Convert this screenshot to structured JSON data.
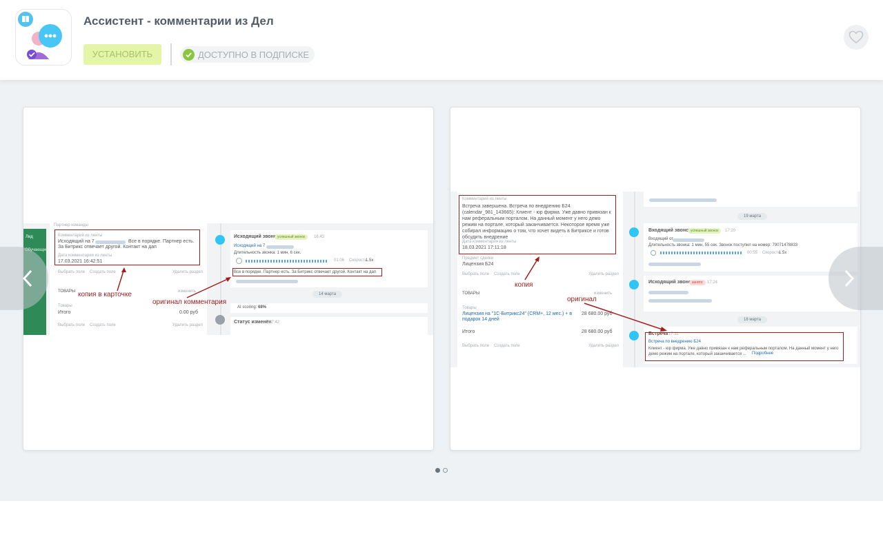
{
  "header": {
    "title": "Ассистент - комментарии из Дел",
    "install_label": "УСТАНОВИТЬ",
    "subscription_label": "ДОСТУПНО В ПОДПИСКЕ"
  },
  "colors": {
    "accent_green": "#8cc63e",
    "install_bg": "#e4f5a8",
    "annotation_red": "#a41d1d",
    "gallery_bg": "#eef2f4"
  },
  "gallery": {
    "slide_count": 2,
    "active_slide": 1,
    "shot1": {
      "annotations": {
        "copy": "копия в карточке",
        "original": "оригинал комментария"
      },
      "card": {
        "section": "Партнер команды",
        "comment_label": "Комментарий из ленты",
        "comment_text_1": "Исходящий на 7",
        "comment_text_2": "Все в порядке. Партнер есть.",
        "comment_text_3": "За Битрикс отвечает другой. Контакт на дап",
        "date_label": "Дата комментария из ленты",
        "date_value": "17.03.2021 16:42:51",
        "choose_field": "Выбрать поле",
        "create_field": "Создать поле",
        "delete_section": "Удалить раздел",
        "goods": "ТОВАРЫ",
        "change": "изменить",
        "goods_label": "Товары",
        "total_label": "Итого",
        "total_value": "0.00 руб"
      },
      "feed": {
        "call_title": "Исходящий звонок",
        "call_status": "успешный звонок",
        "call_time": "16:43",
        "outgoing_to": "Исходящий на 7",
        "duration": "Длительность звонка: 1 мин, 6 сек.",
        "audio_time": "01:06",
        "speed": "Скорость",
        "speed_value": "1.5x",
        "comment": "Все в порядке. Партнер есть. За Битрикс отвечает другой. Контакт на дап",
        "date_chip": "14 марта",
        "ai_label": "AI scoring:",
        "ai_value": "68%",
        "status_changed": "Статус изменён",
        "status_time": "07:42"
      },
      "lead_label": "Лид",
      "lead_tag": "Обучающие"
    },
    "shot2": {
      "annotations": {
        "copy": "копия",
        "original": "оригинал"
      },
      "card": {
        "comment_label": "Комментарий из ленты",
        "comment_text": "Встреча завершена. Встреча по внедрению Б24 (calendar_981_143665): Клиент - юр фирма. Уже давно привязан к нам реферальным порталом. На данный момент у него демо режим на портале, который заканчивается. Некоторое время уже собирал информацию о том, что хочет видеть в Битриксе и готов обсудить внедрение",
        "date_label": "Дата комментария из ленты",
        "date_value": "18.03.2021 17:11:18",
        "deal_subject_label": "Предмет сделки",
        "deal_subject_value": "Лицензия Б24",
        "choose_field": "Выбрать поле",
        "create_field": "Создать поле",
        "delete_section": "Удалить раздел",
        "goods": "ТОВАРЫ",
        "change": "изменить",
        "goods_label": "Товары",
        "product": "Лицензия на \"1С-Битрикс24\" (CRM+, 12 мес.) + в подарок 14 дней",
        "product_price": "28 680.00 руб",
        "total_label": "Итого",
        "total_value": "28 680.00 руб"
      },
      "feed": {
        "date_chip_1": "19 марта",
        "incoming_call": "Входящий звонок",
        "call_status": "успешный звонок",
        "call_time": "17:20",
        "incoming_from": "Входящий от",
        "duration": "Длительность звонка: 1 мин, 55 сек. Звонок поступил на номер: 79071478833",
        "audio_time": "00:55",
        "speed": "Скорость",
        "speed_value": "1.5x",
        "outgoing_call": "Исходящий звонок",
        "busy": "занято",
        "outgoing_time": "17:24",
        "date_chip_2": "18 марта",
        "meeting": "Встреча",
        "meeting_time": "17:11",
        "meeting_title": "Встреча по внедрению Б24",
        "meeting_text": "Клиент - юр фирма. Уже давно привязан к нам реферальным порталом. На данный момент у него демо режим на портале, который заканчивается ...",
        "more": "Подробнее"
      }
    }
  }
}
